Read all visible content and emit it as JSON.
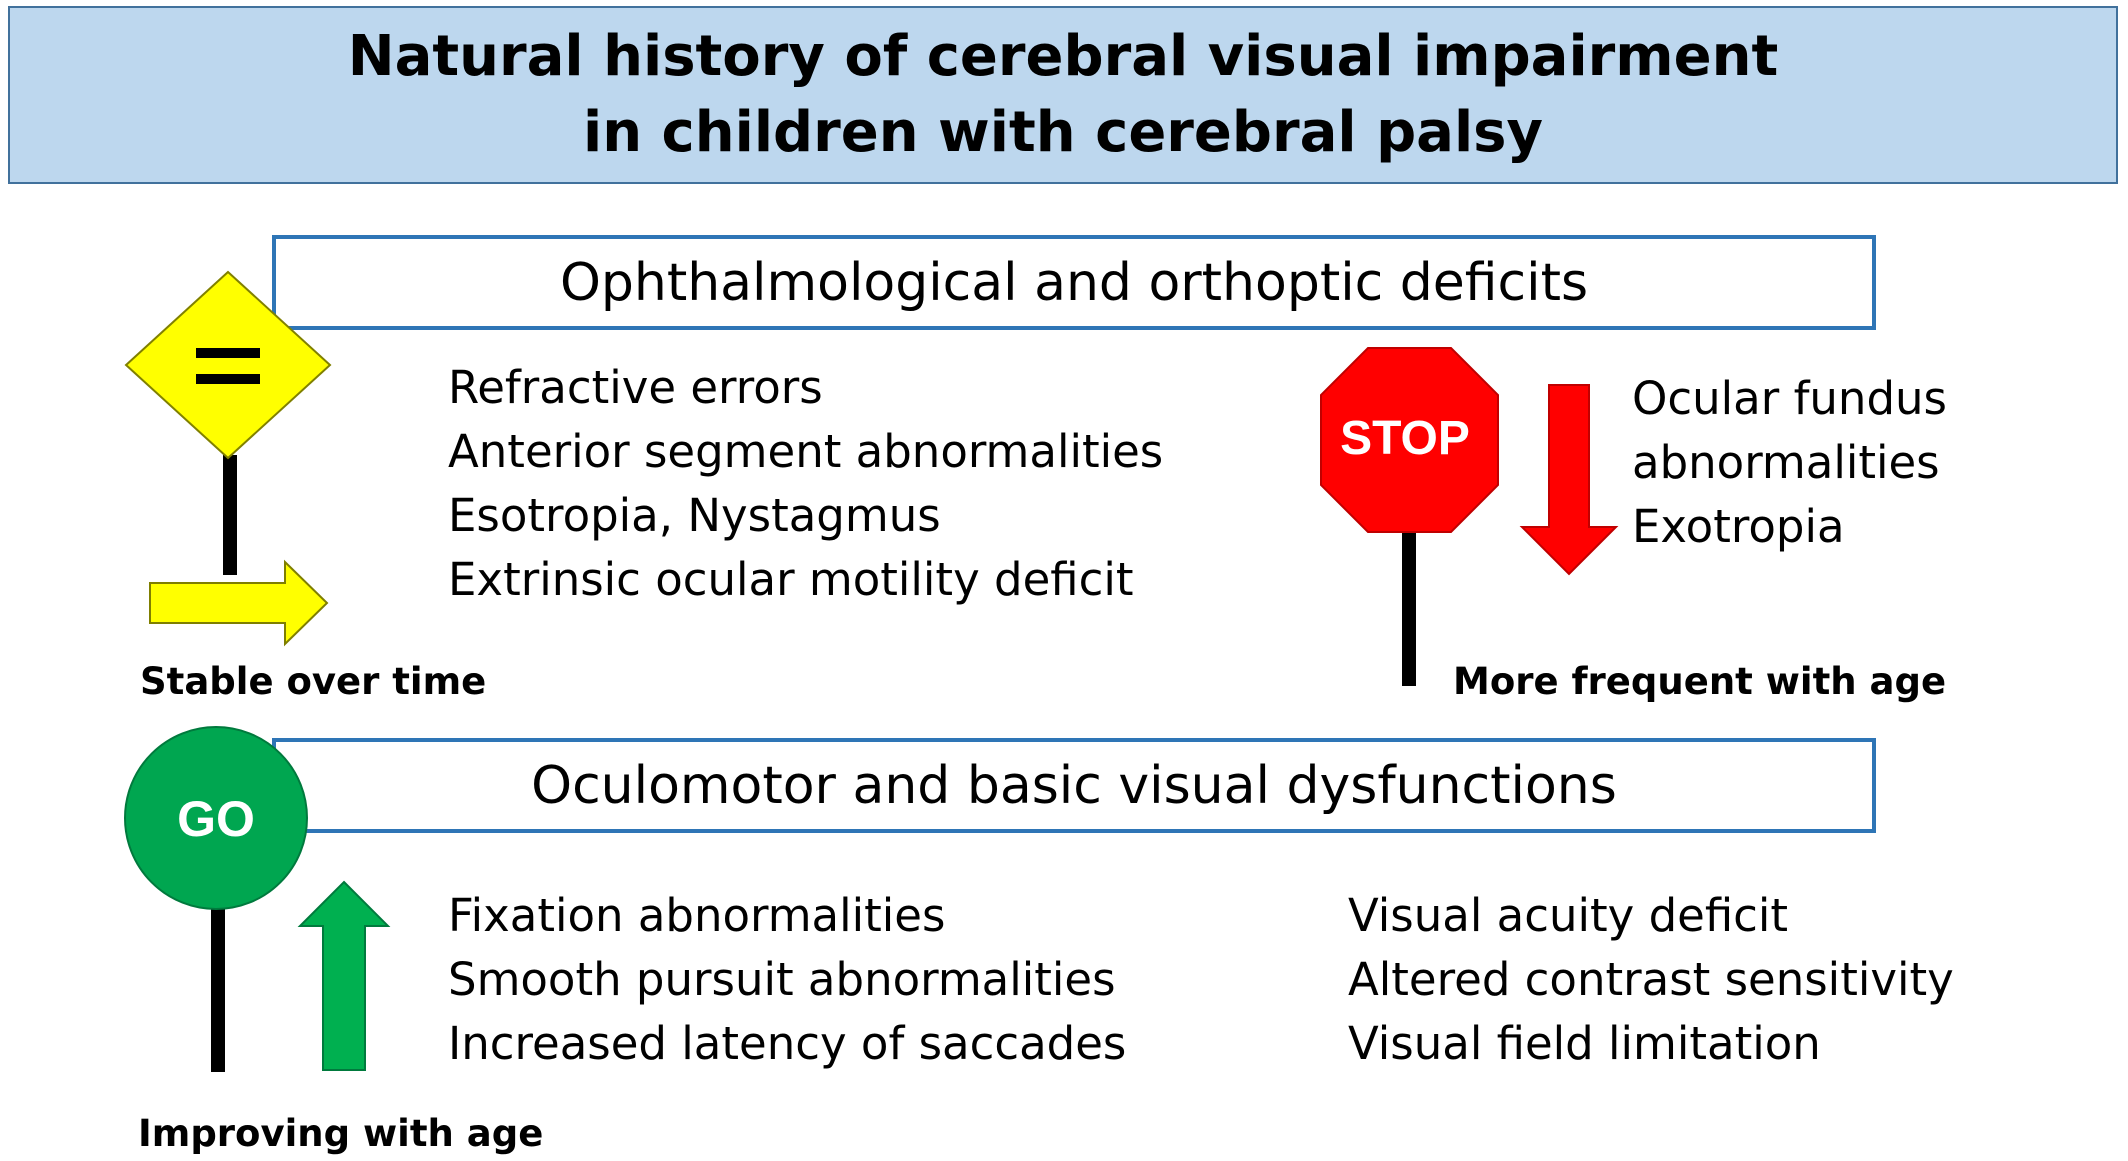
{
  "title": {
    "line1": "Natural history of cerebral visual impairment",
    "line2": "in children with cerebral palsy"
  },
  "section_ophthalmological": {
    "heading": "Ophthalmological and orthoptic deficits",
    "stable_items": [
      "Refractive errors",
      "Anterior segment abnormalities",
      "Esotropia, Nystagmus",
      "Extrinsic ocular motility deficit"
    ],
    "stable_caption": "Stable over time",
    "increasing_items": [
      "Ocular fundus",
      "abnormalities",
      "Exotropia"
    ],
    "increasing_caption": "More frequent with age",
    "stop_sign_label": "STOP"
  },
  "section_oculomotor": {
    "heading": "Oculomotor and basic visual dysfunctions",
    "go_sign_label": "GO",
    "oculomotor_items": [
      "Fixation abnormalities",
      "Smooth pursuit abnormalities",
      "Increased latency of saccades"
    ],
    "visual_items": [
      "Visual acuity deficit",
      "Altered contrast sensitivity",
      "Visual field limitation"
    ],
    "improving_caption": "Improving with age"
  },
  "colors": {
    "title_fill": "#bdd7ee",
    "box_border": "#2e75b6",
    "yield_sign": "#ffff00",
    "yellow_arrow": "#ffff00",
    "stop_sign": "#ff0000",
    "red_arrow": "#ff0000",
    "go_sign": "#00a650",
    "green_arrow": "#00b050"
  }
}
